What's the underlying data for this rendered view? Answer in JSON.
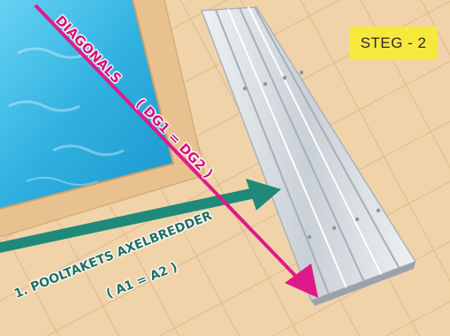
{
  "badge": {
    "text": "STEG - 2"
  },
  "labels": {
    "diagonals": "DIAGONALS",
    "diagonals_formula": "( DG1 = DG2 )",
    "axelbredder": "1. POOLTAKETS AXELBREDDER",
    "axelbredder_formula": "( A1 = A2 )"
  },
  "colors": {
    "diagonal_arrow": "#e0198a",
    "axel_arrow": "#1f8a7a",
    "badge_bg": "#f7e83e",
    "water": "#3fb6e0",
    "tile": "#efcfa4"
  }
}
